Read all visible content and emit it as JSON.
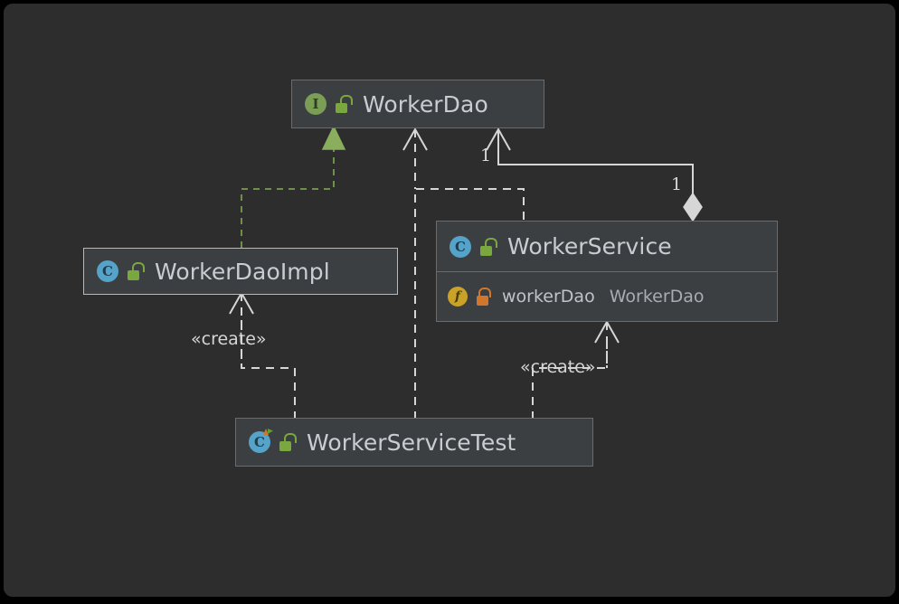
{
  "diagram": {
    "kind": "uml-class-diagram",
    "background": "#2d2d2d",
    "colors": {
      "node_fill": "#3c3f41",
      "node_border": "#6b6b6b",
      "node_border_selected": "#b9b9b9",
      "title_text": "#c8cdd2",
      "member_text": "#bfc4c9",
      "edge_white": "#d6d6d6",
      "edge_green": "#6f8f4a",
      "realization_arrow": "#8aad5e",
      "icon_interface": "#7a9e56",
      "icon_class": "#55a3c9",
      "icon_field": "#c9a227",
      "lock_public": "#7aa83f",
      "lock_private": "#d1762a"
    }
  },
  "nodes": [
    {
      "id": "worker-dao",
      "name": "WorkerDao",
      "stereotype": "interface",
      "icon": "interface-icon",
      "visibility_icon": "unlock-icon",
      "visibility": "public",
      "selected": false,
      "members": []
    },
    {
      "id": "worker-dao-impl",
      "name": "WorkerDaoImpl",
      "stereotype": "class",
      "icon": "class-icon",
      "visibility_icon": "unlock-icon",
      "visibility": "public",
      "selected": true,
      "members": []
    },
    {
      "id": "worker-service",
      "name": "WorkerService",
      "stereotype": "class",
      "icon": "class-icon",
      "visibility_icon": "unlock-icon",
      "visibility": "public",
      "selected": false,
      "members": [
        {
          "icon": "field-icon",
          "visibility_icon": "lock-icon",
          "visibility": "private",
          "name": "workerDao",
          "type": "WorkerDao"
        }
      ]
    },
    {
      "id": "worker-service-test",
      "name": "WorkerServiceTest",
      "stereotype": "test-class",
      "icon": "test-class-icon",
      "visibility_icon": "unlock-icon",
      "visibility": "public",
      "selected": false,
      "members": []
    }
  ],
  "edges": [
    {
      "id": "impl-realizes-dao",
      "from": "worker-dao-impl",
      "to": "worker-dao",
      "type": "realization",
      "style": "dashed",
      "color": "green",
      "arrow": "hollow-triangle",
      "label": ""
    },
    {
      "id": "test-depends-dao",
      "from": "worker-service-test",
      "to": "worker-dao",
      "type": "dependency",
      "style": "dashed",
      "color": "white",
      "arrow": "open-arrow",
      "label": ""
    },
    {
      "id": "service-aggregates-dao",
      "from": "worker-service",
      "to": "worker-dao",
      "type": "aggregation",
      "style": "solid",
      "color": "white",
      "arrow": "open-arrow",
      "diamond": "hollow-diamond",
      "source_multiplicity": "1",
      "target_multiplicity": "1"
    },
    {
      "id": "test-creates-impl",
      "from": "worker-service-test",
      "to": "worker-dao-impl",
      "type": "dependency",
      "style": "dashed",
      "color": "white",
      "arrow": "open-arrow",
      "label": "«create»"
    },
    {
      "id": "test-creates-service",
      "from": "worker-service-test",
      "to": "worker-service",
      "type": "dependency",
      "style": "dashed",
      "color": "white",
      "arrow": "open-arrow",
      "label": "«create»"
    }
  ],
  "labels": {
    "create_left": "«create»",
    "create_right": "«create»",
    "mult_dao_end": "1",
    "mult_service_end": "1"
  }
}
